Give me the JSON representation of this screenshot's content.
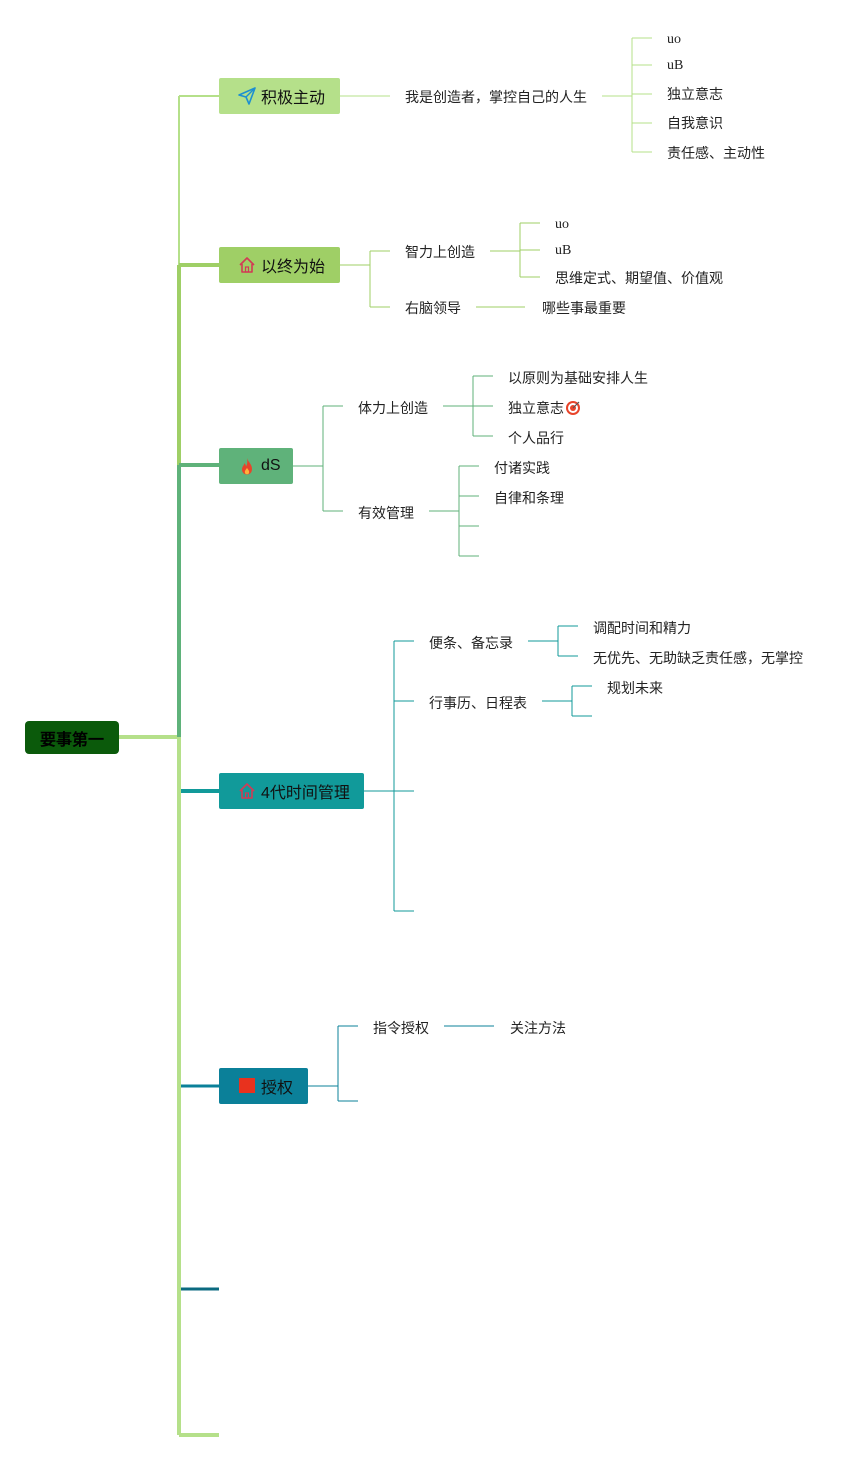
{
  "root": {
    "label": "要事第一"
  },
  "topics": [
    {
      "label": "积极主动",
      "icon": "paper-plane-icon",
      "color": "#b5e08a"
    },
    {
      "label": "以终为始",
      "icon": "home-icon",
      "color": "#9fcf66"
    },
    {
      "label": "dS",
      "icon": "fire-icon",
      "color": "#5fb27a"
    },
    {
      "label": "4代时间管理",
      "icon": "home-icon",
      "color": "#119a9a"
    },
    {
      "label": "授权",
      "icon": "red-flag-icon",
      "color": "#0b8099"
    }
  ],
  "t1": {
    "child": "我是创造者，掌控自己的人生",
    "leaves": [
      "uo",
      "uB",
      "独立意志",
      "自我意识",
      "责任感、主动性"
    ]
  },
  "t2": {
    "a": "智力上创造",
    "a_leaves": [
      "uo",
      "uB",
      "思维定式、期望值、价值观"
    ],
    "b": "右脑领导",
    "b_leaf": "哪些事最重要"
  },
  "t3": {
    "a": "体力上创造",
    "a_leaves": [
      "以原则为基础安排人生",
      "独立意志",
      "个人品行"
    ],
    "b": "有效管理",
    "b_leaves": [
      "付诸实践",
      "自律和条理"
    ]
  },
  "t4": {
    "a": "便条、备忘录",
    "a_leaves": [
      "调配时间和精力",
      "无优先、无助缺乏责任感，无掌控"
    ],
    "b": "行事历、日程表",
    "b_leaf": "规划未来"
  },
  "t5": {
    "a": "指令授权",
    "a_leaf": "关注方法"
  }
}
